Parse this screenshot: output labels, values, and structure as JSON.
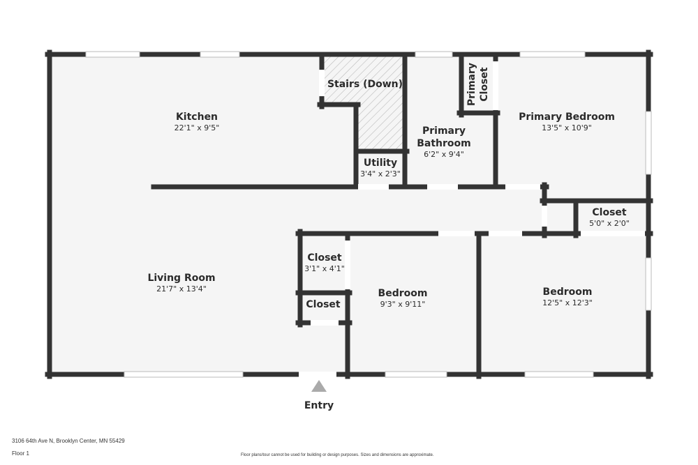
{
  "rooms": {
    "kitchen": {
      "name": "Kitchen",
      "dims": "22'1\" x 9'5\""
    },
    "stairs": {
      "name": "Stairs (Down)"
    },
    "utility": {
      "name": "Utility",
      "dims": "3'4\" x 2'3\""
    },
    "primary_bathroom": {
      "name": "Primary\nBathroom",
      "dims": "6'2\" x 9'4\""
    },
    "primary_closet": {
      "name": "Primary\nCloset"
    },
    "primary_bedroom": {
      "name": "Primary Bedroom",
      "dims": "13'5\" x 10'9\""
    },
    "closet_right": {
      "name": "Closet",
      "dims": "5'0\" x 2'0\""
    },
    "living_room": {
      "name": "Living Room",
      "dims": "21'7\" x 13'4\""
    },
    "closet_hall": {
      "name": "Closet",
      "dims": "3'1\" x 4'1\""
    },
    "closet_small": {
      "name": "Closet"
    },
    "bedroom_mid": {
      "name": "Bedroom",
      "dims": "9'3\" x 9'11\""
    },
    "bedroom_right": {
      "name": "Bedroom",
      "dims": "12'5\" x 12'3\""
    }
  },
  "entry": {
    "label": "Entry",
    "icon": "triangle-up-icon"
  },
  "footer": {
    "address": "3106 64th Ave N, Brooklyn Center, MN 55429",
    "floor": "Floor 1",
    "disclaimer": "Floor plans/tour cannot be used for building or design purposes. Sizes and dimensions are approximate."
  },
  "colors": {
    "wall": "#333333",
    "floor": "#f5f5f5",
    "hatch": "#bbbbbb"
  }
}
